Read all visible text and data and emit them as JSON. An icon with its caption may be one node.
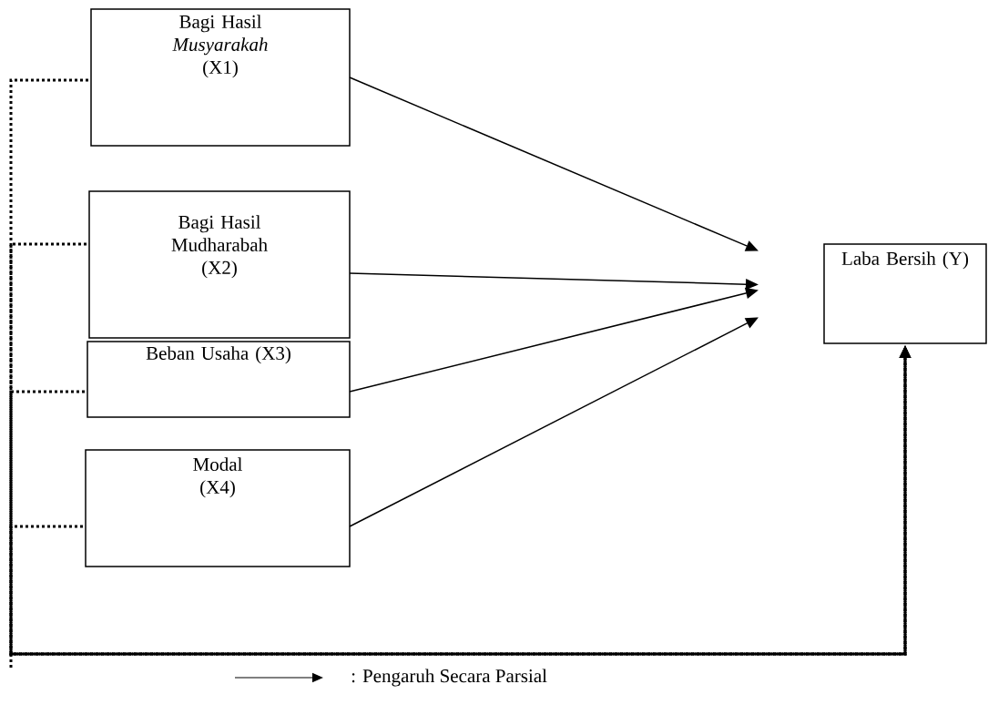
{
  "diagram": {
    "nodes": [
      {
        "text": [
          "Bagi Hasil *Musyarakah* (X1)"
        ]
      },
      {
        "text": [
          "Bagi Hasil Mudharabah (X2)"
        ]
      },
      {
        "text": [
          "Beban Usaha (X3)"
        ]
      },
      {
        "text": [
          "Modal (X4)"
        ]
      },
      {
        "text": [
          "Laba Bersih (Y)"
        ]
      }
    ],
    "edges": [
      {
        "from": 0,
        "to": 4,
        "arrow": "to"
      },
      {
        "from": 1,
        "to": 4,
        "arrow": "to"
      },
      {
        "from": 2,
        "to": 4,
        "arrow": "to"
      },
      {
        "from": 3,
        "to": 4,
        "arrow": "to"
      },
      {
        "from": 0,
        "to": 4,
        "arrow": "to",
        "style": "dashed"
      },
      {
        "from": 1,
        "to": 4,
        "arrow": "to",
        "style": "dashed"
      },
      {
        "from": 2,
        "to": 4,
        "arrow": "to",
        "style": "dashed"
      },
      {
        "from": 3,
        "to": 4,
        "arrow": "to",
        "style": "dashed"
      }
    ],
    "legend": [
      {
        "text": ": Pengaruh Secara Parsial"
      }
    ]
  }
}
